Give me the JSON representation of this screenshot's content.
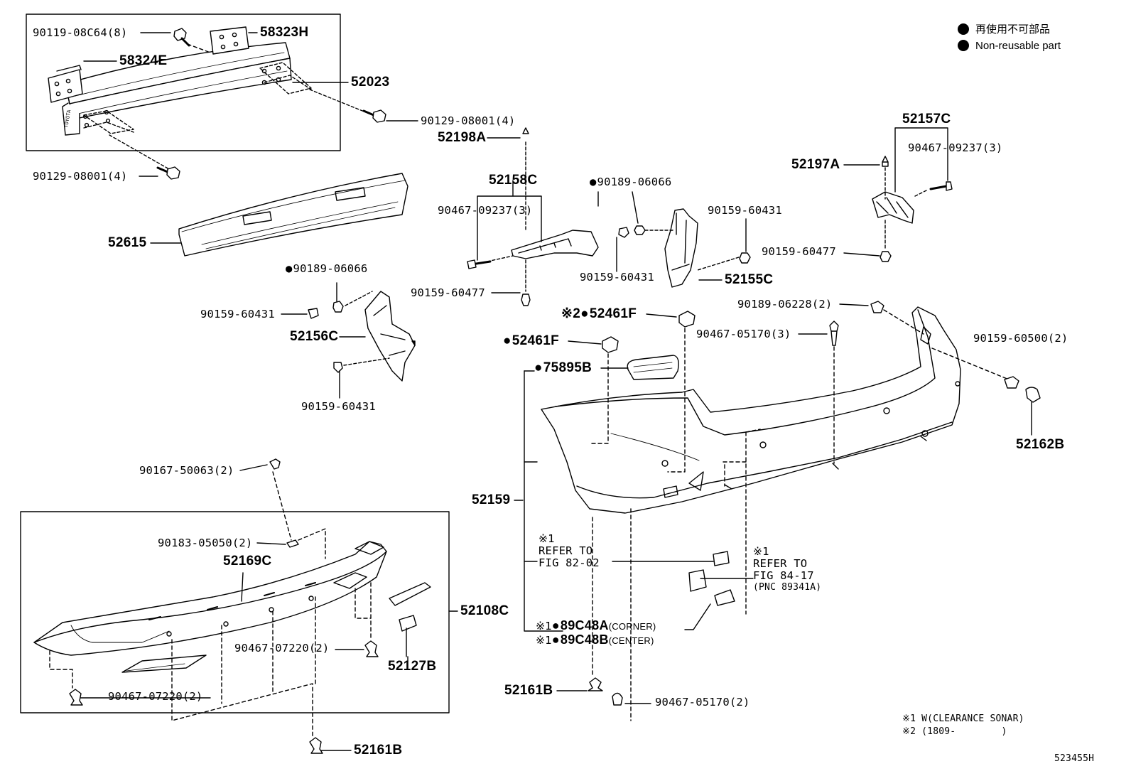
{
  "legend": {
    "jp": "再使用不可部品",
    "en": "Non-reusable part"
  },
  "parts": {
    "p90119_08C64": "90119-08C64(8)",
    "p58323H": "58323H",
    "p58324E": "58324E",
    "p52023": "52023",
    "p90129_08001_a": "90129-08001(4)",
    "p90129_08001_b": "90129-08001(4)",
    "p52198A": "52198A",
    "p52615": "52615",
    "p52158C": "52158C",
    "p90467_09237_a": "90467-09237(3)",
    "p90189_06066_a": "90189-06066",
    "p90159_60431_a": "90159-60431",
    "p90159_60431_b": "90159-60431",
    "p52155C": "52155C",
    "p90159_60477_a": "90159-60477",
    "p90189_06066_b": "90189-06066",
    "p90159_60431_c": "90159-60431",
    "p52156C": "52156C",
    "p90159_60431_d": "90159-60431",
    "p52157C": "52157C",
    "p52197A": "52197A",
    "p90467_09237_b": "90467-09237(3)",
    "p90159_60477_b": "90159-60477",
    "p52461F_a": "52461F",
    "p52461F_b": "52461F",
    "p90189_06228": "90189-06228(2)",
    "p90467_05170_a": "90467-05170(3)",
    "p90159_60500": "90159-60500(2)",
    "p75895B": "75895B",
    "p52162B": "52162B",
    "p90167_50063": "90167-50063(2)",
    "p52159": "52159",
    "p90183_05050": "90183-05050(2)",
    "p52169C": "52169C",
    "p52108C": "52108C",
    "p90467_07220_a": "90467-07220(2)",
    "p52127B": "52127B",
    "p90467_07220_b": "90467-07220(2)",
    "p52161B_a": "52161B",
    "p52161B_b": "52161B",
    "p90467_05170_b": "90467-05170(2)",
    "p89C48A": "89C48A",
    "p89C48B": "89C48B",
    "p89C48A_note": "(CORNER)",
    "p89C48B_note": "(CENTER)"
  },
  "marks": {
    "m1": "※1",
    "m2": "※2"
  },
  "refer1": {
    "line1": "REFER TO",
    "line2": "FIG 82-02"
  },
  "refer2": {
    "line1": "REFER TO",
    "line2": "FIG 84-17",
    "line3": "(PNC 89341A)"
  },
  "notes": {
    "n1": "※1 W(CLEARANCE SONAR)",
    "n2": "※2 (1809-        )"
  },
  "figure_code": "523455H"
}
